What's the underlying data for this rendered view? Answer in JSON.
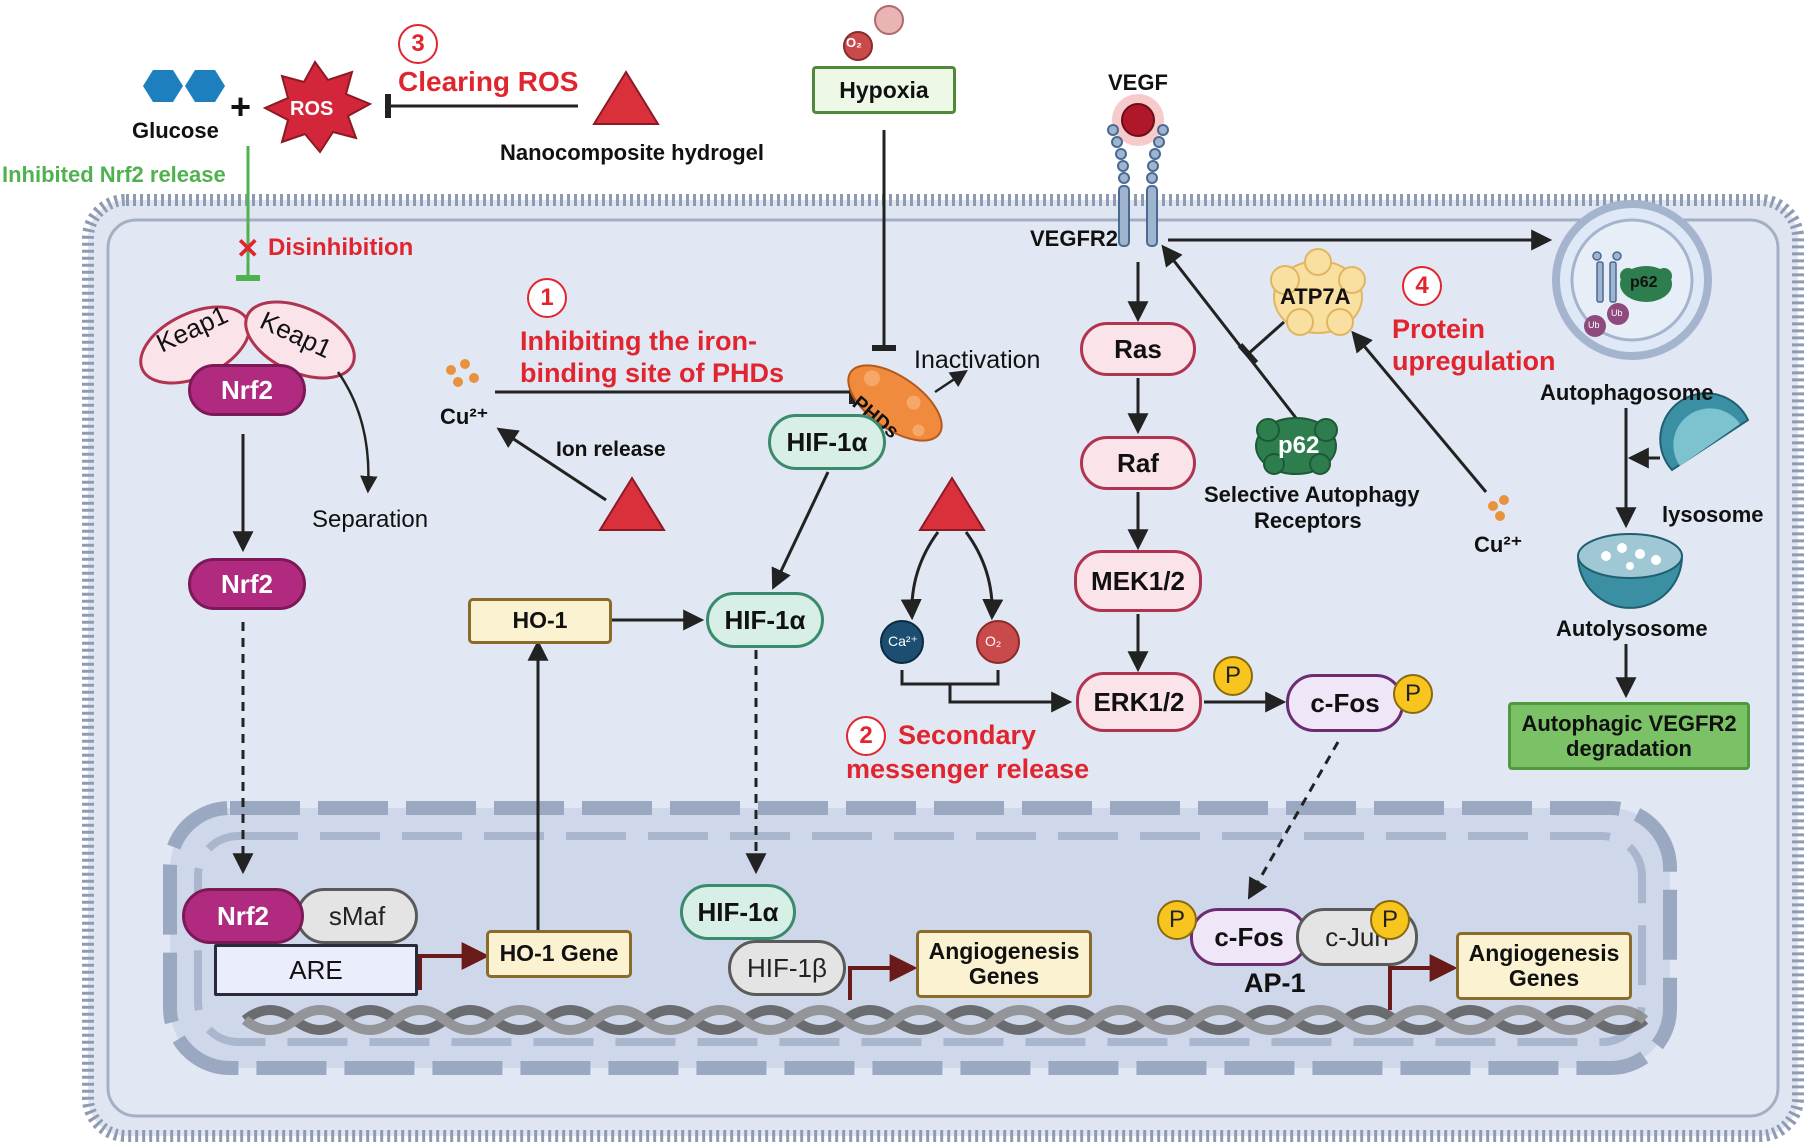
{
  "labels": {
    "glucose": "Glucose",
    "plus": "+",
    "ros": "ROS",
    "clearing_ros": "Clearing ROS",
    "nanocomposite_hydrogel": "Nanocomposite hydrogel",
    "inhibited_nrf2_release": "Inhibited Nrf2 release",
    "disinhibition": "Disinhibition",
    "inhibiting_iron_line1": "Inhibiting the iron-",
    "inhibiting_iron_line2": "binding site of PHDs",
    "cu2_left": "Cu²⁺",
    "ion_release": "Ion release",
    "separation": "Separation",
    "inactivation": "Inactivation",
    "hypoxia": "Hypoxia",
    "vegf": "VEGF",
    "vegfr2": "VEGFR2",
    "protein_upregulation_line1": "Protein",
    "protein_upregulation_line2": "upregulation",
    "selective_autophagy_line1": "Selective Autophagy",
    "selective_autophagy_line2": "Receptors",
    "cu2_right": "Cu²⁺",
    "autophagosome": "Autophagosome",
    "lysosome": "lysosome",
    "autolysosome": "Autolysosome",
    "secondary_line1": "Secondary",
    "secondary_line2": "messenger release",
    "ap1": "AP-1"
  },
  "steps": {
    "s1": "1",
    "s2": "2",
    "s3": "3",
    "s4": "4"
  },
  "nodes": {
    "keap1_a": "Keap1",
    "keap1_b": "Keap1",
    "nrf2_cyto": "Nrf2",
    "nrf2_mid": "Nrf2",
    "nrf2_nuc": "Nrf2",
    "smaf": "sMaf",
    "are": "ARE",
    "ho1_gene": "HO-1 Gene",
    "ho1": "HO-1",
    "hif1a_top": "HIF-1α",
    "hif1a_mid": "HIF-1α",
    "hif1a_nuc": "HIF-1α",
    "hif1b": "HIF-1β",
    "phds": "PHDs",
    "angio_genes_1": "Angiogenesis Genes",
    "angio_genes_2": "Angiogenesis Genes",
    "ras": "Ras",
    "raf": "Raf",
    "mek": "MEK1/2",
    "erk": "ERK1/2",
    "cfos_cyto": "c-Fos",
    "cfos_nuc": "c-Fos",
    "cjun": "c-Jun",
    "atp7a": "ATP7A",
    "p62": "p62",
    "p62_small": "p62",
    "ub_1": "Ub",
    "ub_2": "Ub",
    "autophagic_vegfr2": "Autophagic VEGFR2 degradation",
    "p_badge": "P",
    "o2": "O₂",
    "ca2": "Ca²⁺"
  },
  "colors": {
    "cell_fill": "#dfe6f2",
    "cell_border": "#8f9bb3",
    "nucleus_fill": "#cfd8ea",
    "red_accent": "#e0252f",
    "green_accent": "#4fb24f",
    "magenta": "#b02a7f",
    "pink_fill": "#fbe3ea",
    "teal_fill": "#d7efe6",
    "tan_fill": "#fbf2d2",
    "phds_orange": "#f08a3c",
    "glucose_blue": "#1e7fbf"
  }
}
